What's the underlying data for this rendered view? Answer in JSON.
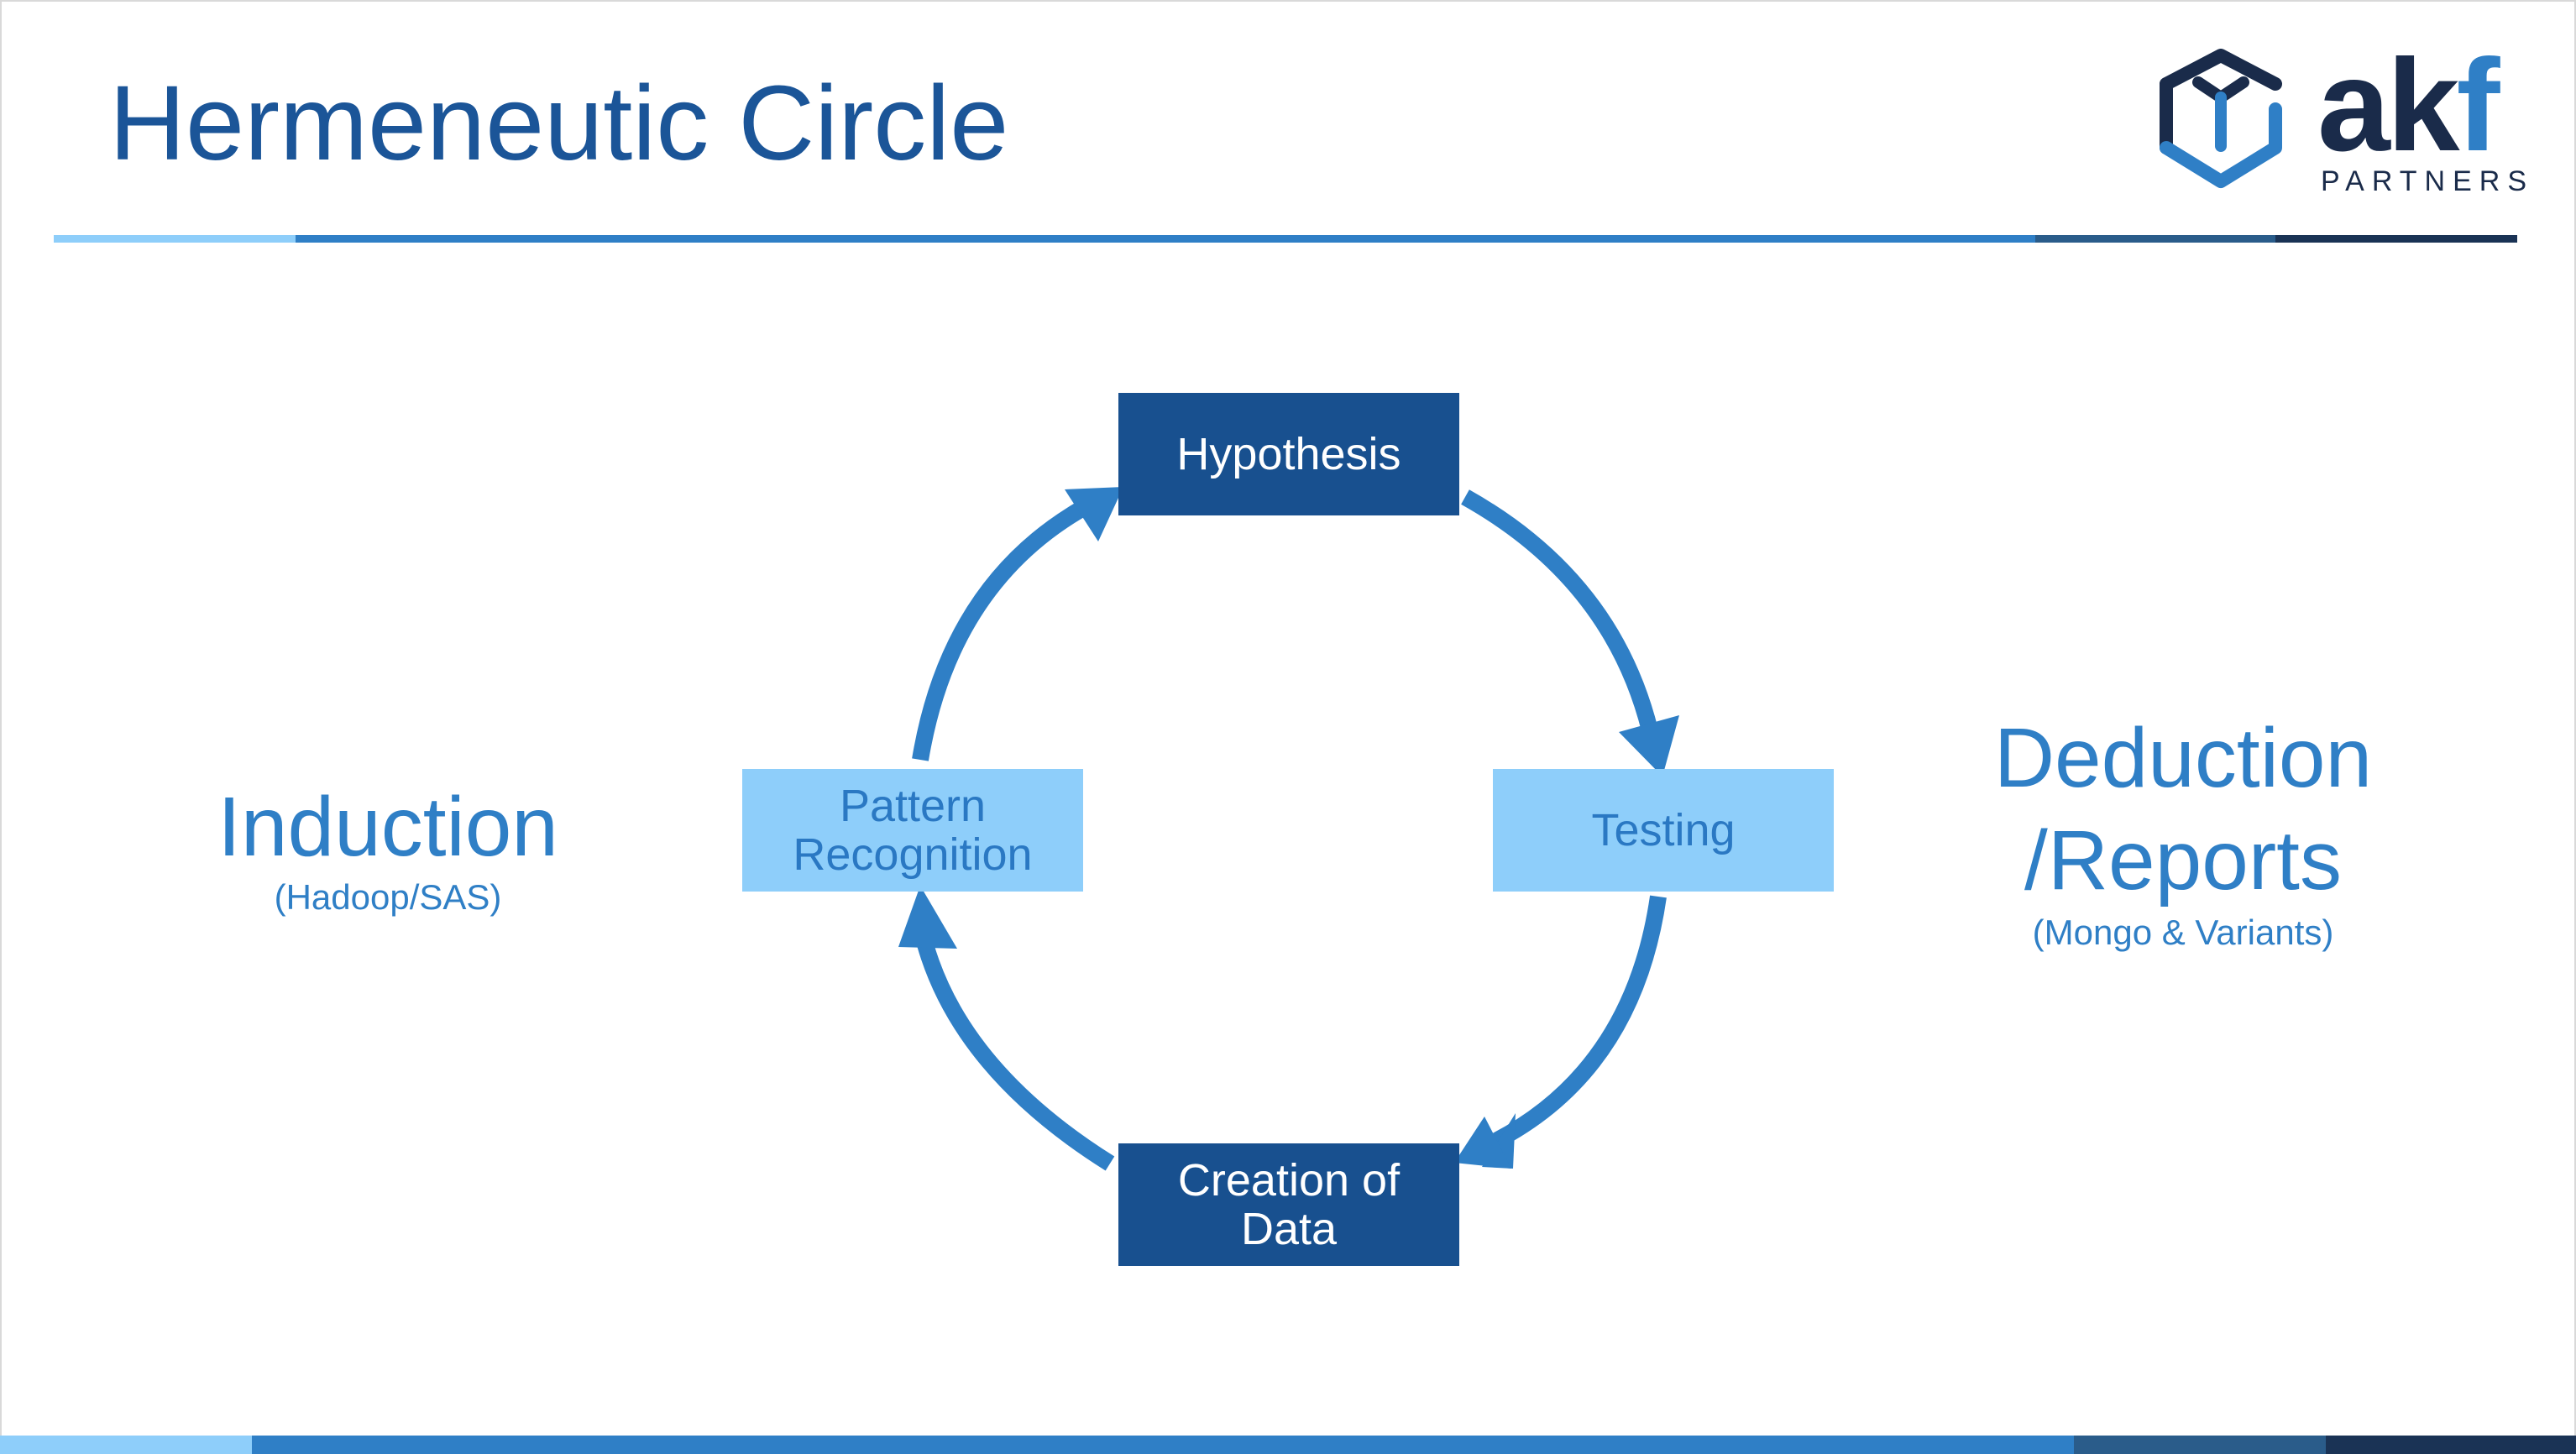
{
  "slide": {
    "title": "Hermeneutic Circle"
  },
  "logo": {
    "wordmark_dark": "ak",
    "wordmark_accent": "f",
    "subtitle": "PARTNERS",
    "icon": "cube-icon"
  },
  "diagram": {
    "nodes": [
      {
        "id": "hypothesis",
        "label": "Hypothesis",
        "style": "dark"
      },
      {
        "id": "testing",
        "label": "Testing",
        "style": "light"
      },
      {
        "id": "creation_of_data",
        "label": "Creation of\nData",
        "style": "dark"
      },
      {
        "id": "pattern_recognition",
        "label": "Pattern\nRecognition",
        "style": "light"
      }
    ],
    "edges": [
      {
        "from": "hypothesis",
        "to": "testing"
      },
      {
        "from": "testing",
        "to": "creation_of_data"
      },
      {
        "from": "creation_of_data",
        "to": "pattern_recognition"
      },
      {
        "from": "pattern_recognition",
        "to": "hypothesis"
      }
    ]
  },
  "left_label": {
    "main": "Induction",
    "sub": "(Hadoop/SAS)"
  },
  "right_label": {
    "main_line1": "Deduction",
    "main_line2": "/Reports",
    "sub": "(Mongo & Variants)"
  },
  "colors": {
    "title": "#1b5598",
    "dark_box": "#18508f",
    "light_box": "#8ecefa",
    "arrow": "#2f7fc6",
    "side_text": "#2f7fc6",
    "bar_light": "#8ecefa",
    "bar_mid": "#2f7fc6",
    "bar_dark": "#2a5c8a",
    "bar_navy": "#1a3355"
  }
}
